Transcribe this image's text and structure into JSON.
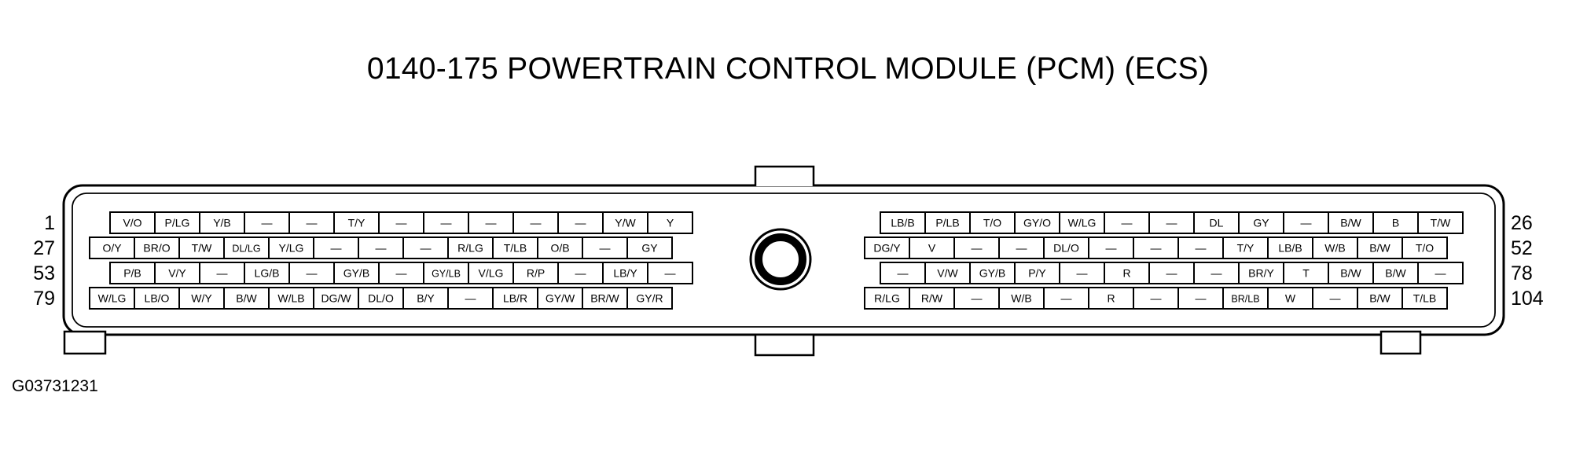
{
  "title": "0140-175 POWERTRAIN CONTROL MODULE (PCM) (ECS)",
  "figure_id": "G03731231",
  "row_numbers": {
    "left": [
      "1",
      "27",
      "53",
      "79"
    ],
    "right": [
      "26",
      "52",
      "78",
      "104"
    ]
  },
  "left_rows": [
    [
      "V/O",
      "P/LG",
      "Y/B",
      "—",
      "—",
      "T/Y",
      "—",
      "—",
      "—",
      "—",
      "—",
      "Y/W",
      "Y"
    ],
    [
      "O/Y",
      "BR/O",
      "T/W",
      "DL/LG",
      "Y/LG",
      "—",
      "—",
      "—",
      "R/LG",
      "T/LB",
      "O/B",
      "—",
      "GY"
    ],
    [
      "P/B",
      "V/Y",
      "—",
      "LG/B",
      "—",
      "GY/B",
      "—",
      "GY/LB",
      "V/LG",
      "R/P",
      "—",
      "LB/Y",
      "—"
    ],
    [
      "W/LG",
      "LB/O",
      "W/Y",
      "B/W",
      "W/LB",
      "DG/W",
      "DL/O",
      "B/Y",
      "—",
      "LB/R",
      "GY/W",
      "BR/W",
      "GY/R"
    ]
  ],
  "right_rows": [
    [
      "LB/B",
      "P/LB",
      "T/O",
      "GY/O",
      "W/LG",
      "—",
      "—",
      "DL",
      "GY",
      "—",
      "B/W",
      "B",
      "T/W"
    ],
    [
      "DG/Y",
      "V",
      "—",
      "—",
      "DL/O",
      "—",
      "—",
      "—",
      "T/Y",
      "LB/B",
      "W/B",
      "B/W",
      "T/O"
    ],
    [
      "—",
      "V/W",
      "GY/B",
      "P/Y",
      "—",
      "R",
      "—",
      "—",
      "BR/Y",
      "T",
      "B/W",
      "B/W",
      "—"
    ],
    [
      "R/LG",
      "R/W",
      "—",
      "W/B",
      "—",
      "R",
      "—",
      "—",
      "BR/LB",
      "W",
      "—",
      "B/W",
      "T/LB"
    ]
  ]
}
